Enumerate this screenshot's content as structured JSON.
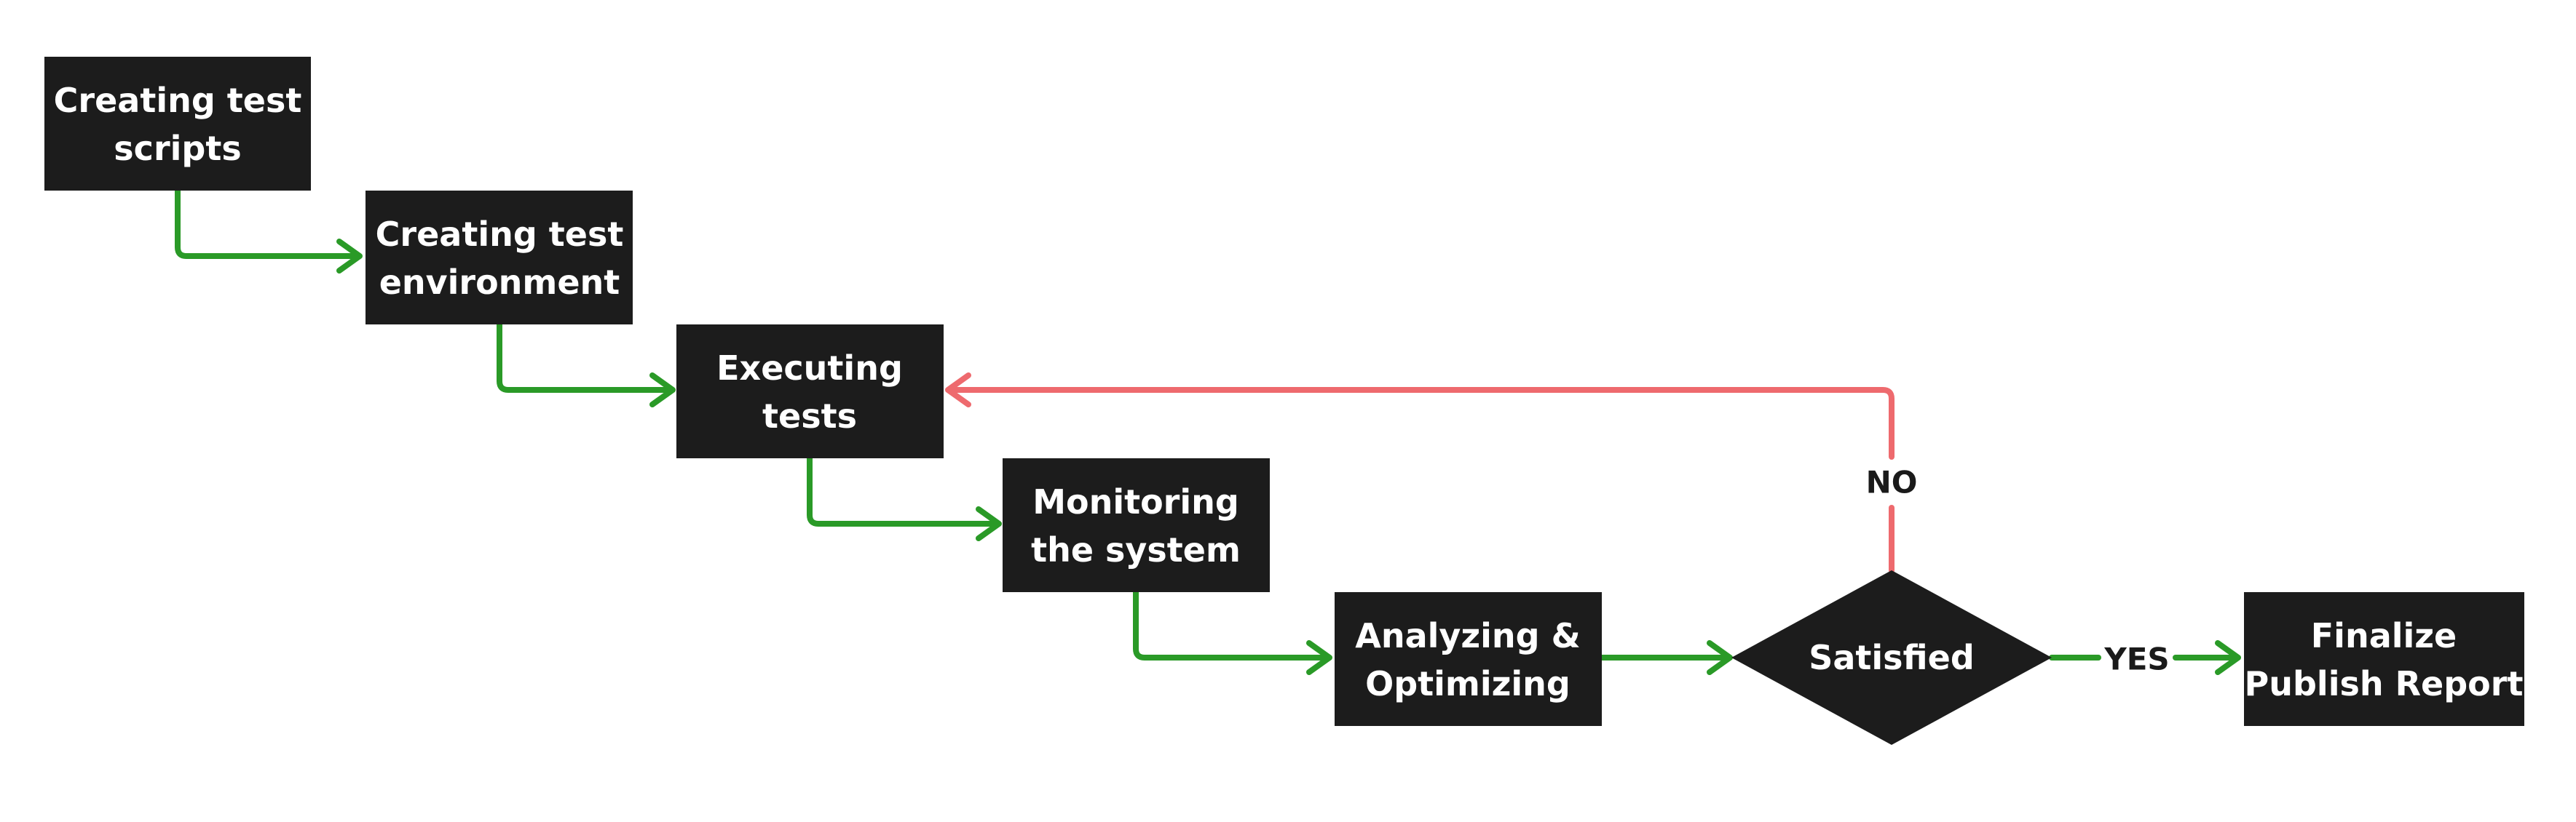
{
  "colors": {
    "node_fill": "#1c1c1c",
    "node_text": "#ffffff",
    "flow_arrow": "#2a9a27",
    "loop_arrow": "#ee6a6e",
    "label_text": "#1a1a1a",
    "background": "#ffffff"
  },
  "nodes": {
    "scripts": {
      "line1": "Creating test",
      "line2": "scripts"
    },
    "environment": {
      "line1": "Creating test",
      "line2": "environment"
    },
    "executing": {
      "line1": "Executing",
      "line2": "tests"
    },
    "monitoring": {
      "line1": "Monitoring",
      "line2": "the system"
    },
    "analyzing": {
      "line1": "Analyzing &",
      "line2": "Optimizing"
    },
    "satisfied": {
      "label": "Satisfied"
    },
    "finalize": {
      "line1": "Finalize",
      "line2": "Publish Report"
    }
  },
  "edge_labels": {
    "no": "NO",
    "yes": "YES"
  }
}
